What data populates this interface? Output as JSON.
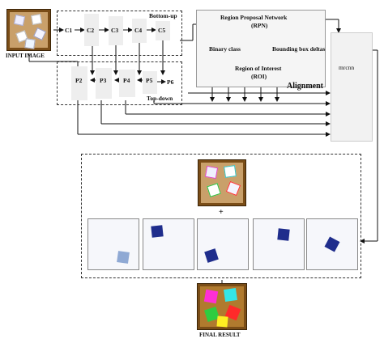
{
  "labels": {
    "input_image": "INPUT IMAGE",
    "bottom_up": "Bottom-up",
    "top_down": "Top-down",
    "c1": "C1",
    "c2": "C2",
    "c3": "C3",
    "c4": "C4",
    "c5": "C5",
    "p2": "P2",
    "p3": "P3",
    "p4": "P4",
    "p5": "P5",
    "p6": "P6",
    "rpn_line1": "Region Proposal Network",
    "rpn_line2": "(RPN)",
    "binary_class": "Binary class",
    "bbox_deltas": "Bounding box deltas",
    "roi_line1": "Region of Interest",
    "roi_line2": "(ROI)",
    "alignment": "Alignment",
    "mrcnn": "mrcnn",
    "plus": "+",
    "final_result": "FINAL RESULT"
  },
  "colors": {
    "photo_frame": "#7a4d17",
    "photo_bg": "#c08a3e",
    "mask_dark": "#1f2d8c",
    "mask_light": "#8fa9d4",
    "result_cards": [
      "#ff2fd6",
      "#33e6e6",
      "#2ecc40",
      "#ff2a2a",
      "#ffee22",
      "#ff66cc"
    ]
  }
}
